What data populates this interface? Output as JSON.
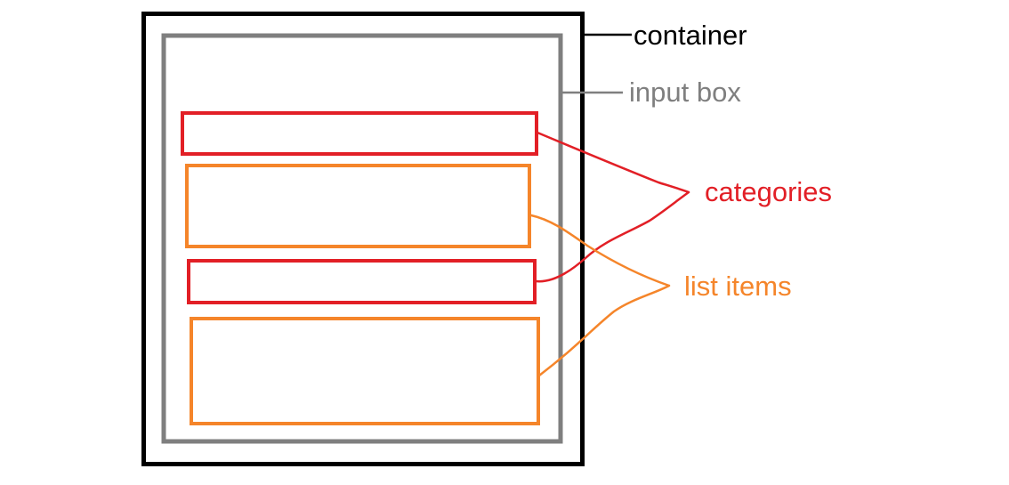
{
  "labels": {
    "container": "container",
    "input_box": "input box",
    "categories": "categories",
    "list_items": "list items"
  },
  "colors": {
    "container": "#000000",
    "input_box": "#7f7f7f",
    "categories": "#e21f26",
    "list_items": "#f5852a",
    "background": "#ffffff"
  }
}
